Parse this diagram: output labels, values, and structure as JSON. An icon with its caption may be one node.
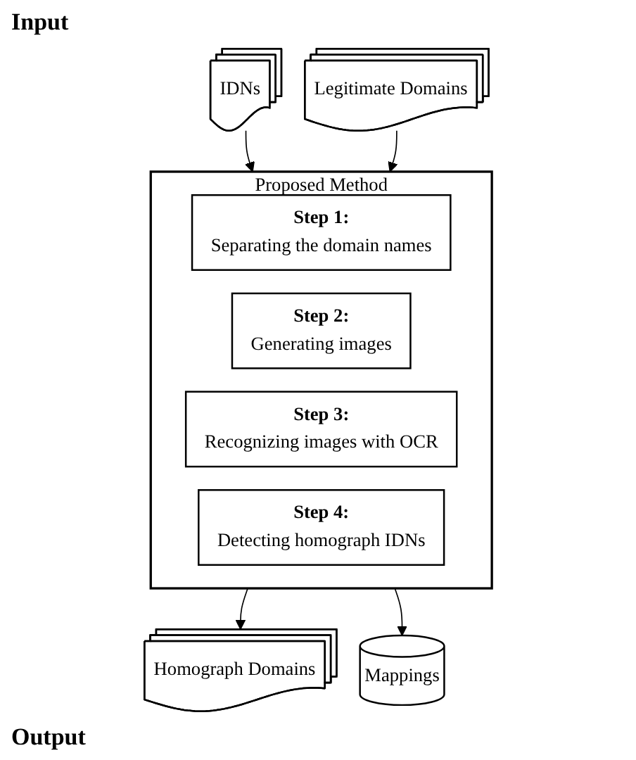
{
  "diagram": {
    "nodes": [
      {
        "text": [
          "IDNs"
        ]
      },
      {
        "text": [
          "Legitimate Domains"
        ]
      },
      {
        "text": [
          "Proposed Method"
        ]
      },
      {
        "text": [
          "Step 1:",
          "Separating the domain names"
        ],
        "in": 2
      },
      {
        "text": [
          "Step 2:",
          "Generating images"
        ],
        "in": 2
      },
      {
        "text": [
          "Step 3:",
          "Recognizing images with OCR"
        ],
        "in": 2
      },
      {
        "text": [
          "Step 4:",
          "Detecting homograph IDNs"
        ],
        "in": 2
      },
      {
        "text": [
          "Homograph Domains"
        ]
      },
      {
        "text": [
          "Mappings"
        ]
      }
    ],
    "edges": [
      {
        "from": 0,
        "to": 2,
        "arrow": "to"
      },
      {
        "from": 1,
        "to": 2,
        "arrow": "to"
      },
      {
        "from": 2,
        "to": 7,
        "arrow": "to"
      },
      {
        "from": 2,
        "to": 8,
        "arrow": "to"
      }
    ],
    "labels": [
      "Input",
      "Output"
    ]
  }
}
